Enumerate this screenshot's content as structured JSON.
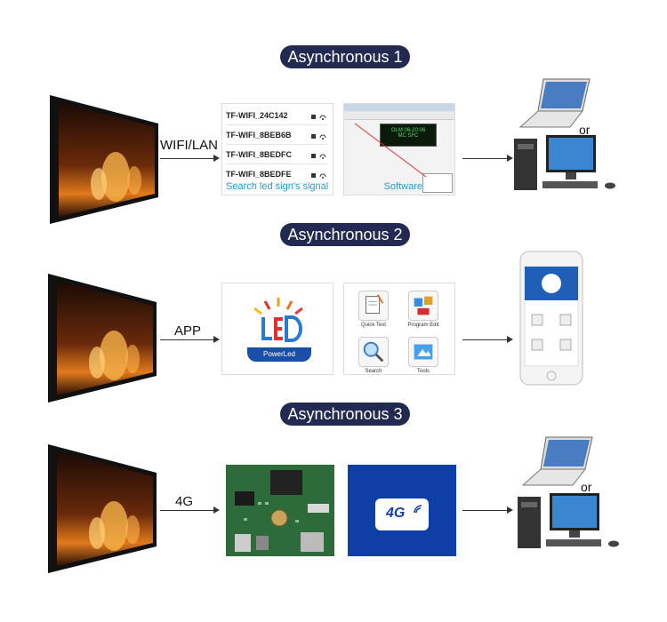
{
  "rows": [
    {
      "title": "Asynchronous 1",
      "connection": "WIFI/LAN",
      "wifi_list": {
        "networks": [
          "TF-WIFI_24C142",
          "TF-WIFI_8BEB6B",
          "TF-WIFI_8BEDFC",
          "TF-WIFI_8BEDFE"
        ],
        "caption": "Search led sign's signal"
      },
      "software": {
        "caption": "Software",
        "display_line1": "OLM 06-20:06",
        "display_line2": "MC SFC"
      },
      "or_text": "or"
    },
    {
      "title": "Asynchronous 2",
      "connection": "APP",
      "app_logo_text": "PowerLed",
      "app_tiles": [
        "Quick Text",
        "Program Edit",
        "Search",
        "Tools"
      ]
    },
    {
      "title": "Asynchronous 3",
      "connection": "4G",
      "sim_label": "4G",
      "or_text": "or"
    }
  ],
  "colors": {
    "pill_bg": "#232a52",
    "accent_blue": "#1f9fd8",
    "sim_bg": "#0f3ea6"
  }
}
